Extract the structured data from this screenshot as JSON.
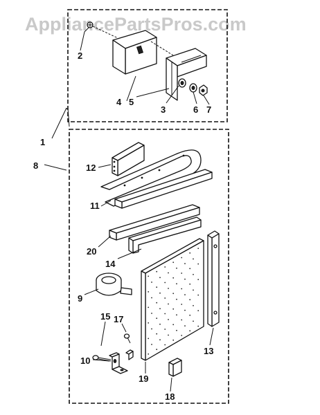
{
  "watermark": "AppliancePartsPros.com",
  "labels": {
    "l1": "1",
    "l2": "2",
    "l3": "3",
    "l4": "4",
    "l5": "5",
    "l6": "6",
    "l7": "7",
    "l8": "8",
    "l9": "9",
    "l10": "10",
    "l11": "11",
    "l12": "12",
    "l13": "13",
    "l14": "14",
    "l15": "15",
    "l17": "17",
    "l18": "18",
    "l19": "19",
    "l20": "20"
  }
}
